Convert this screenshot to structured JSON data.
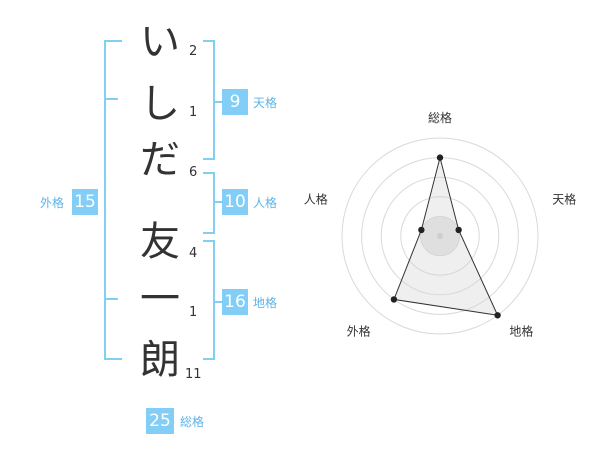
{
  "name": {
    "chars": [
      {
        "char": "い",
        "strokes": "2"
      },
      {
        "char": "し",
        "strokes": "1"
      },
      {
        "char": "だ",
        "strokes": "6"
      },
      {
        "char": "友",
        "strokes": "4"
      },
      {
        "char": "一",
        "strokes": "1"
      },
      {
        "char": "朗",
        "strokes": "11"
      }
    ]
  },
  "kaku": {
    "tenkaku": {
      "value": "9",
      "label": "天格"
    },
    "jinkaku": {
      "value": "10",
      "label": "人格"
    },
    "chikaku": {
      "value": "16",
      "label": "地格"
    },
    "gaikaku": {
      "value": "15",
      "label": "外格"
    },
    "soukaku": {
      "value": "25",
      "label": "総格"
    }
  },
  "colors": {
    "accent": "#82cef6",
    "accent_text": "#5eb3e8"
  },
  "chart_data": {
    "type": "radar",
    "axes": [
      "総格",
      "天格",
      "地格",
      "外格",
      "人格"
    ],
    "values": [
      4,
      1,
      5,
      4,
      1
    ],
    "rmax": 5,
    "rings": 5
  }
}
